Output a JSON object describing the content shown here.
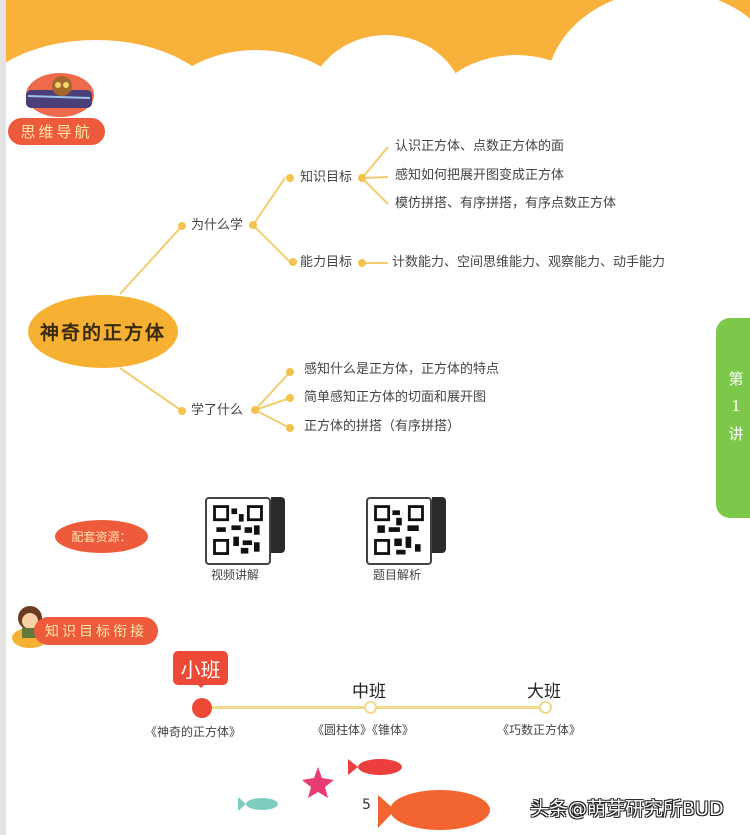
{
  "colors": {
    "orange": "#f8b13a",
    "red": "#ee5a3c",
    "green": "#7dc84b",
    "line": "#f0c860"
  },
  "header": {
    "section_badge": "思维导航"
  },
  "mindmap": {
    "center": "神奇的正方体",
    "why": {
      "label": "为什么学",
      "knowledge": {
        "label": "知识目标",
        "items": [
          "认识正方体、点数正方体的面",
          "感知如何把展开图变成正方体",
          "模仿拼搭、有序拼搭，有序点数正方体"
        ]
      },
      "ability": {
        "label": "能力目标",
        "items": [
          "计数能力、空间思维能力、观察能力、动手能力"
        ]
      }
    },
    "what": {
      "label": "学了什么",
      "items": [
        "感知什么是正方体，正方体的特点",
        "简单感知正方体的切面和展开图",
        "正方体的拼搭（有序拼搭）"
      ]
    }
  },
  "side_tab": {
    "chars": [
      "第",
      "1",
      "讲"
    ]
  },
  "resources": {
    "label": "配套资源：",
    "qr": [
      {
        "label": "视频讲解",
        "icon": "qr-code-icon"
      },
      {
        "label": "题目解析",
        "icon": "qr-code-icon"
      }
    ]
  },
  "connection": {
    "badge": "知识目标衔接",
    "grades": [
      {
        "label": "小班",
        "book": "《神奇的正方体》",
        "current": true
      },
      {
        "label": "中班",
        "book": "《圆柱体》《锥体》",
        "current": false
      },
      {
        "label": "大班",
        "book": "《巧数正方体》",
        "current": false
      }
    ]
  },
  "footer": {
    "page_number": "5",
    "watermark": "头条@萌芽研究所BUD"
  }
}
